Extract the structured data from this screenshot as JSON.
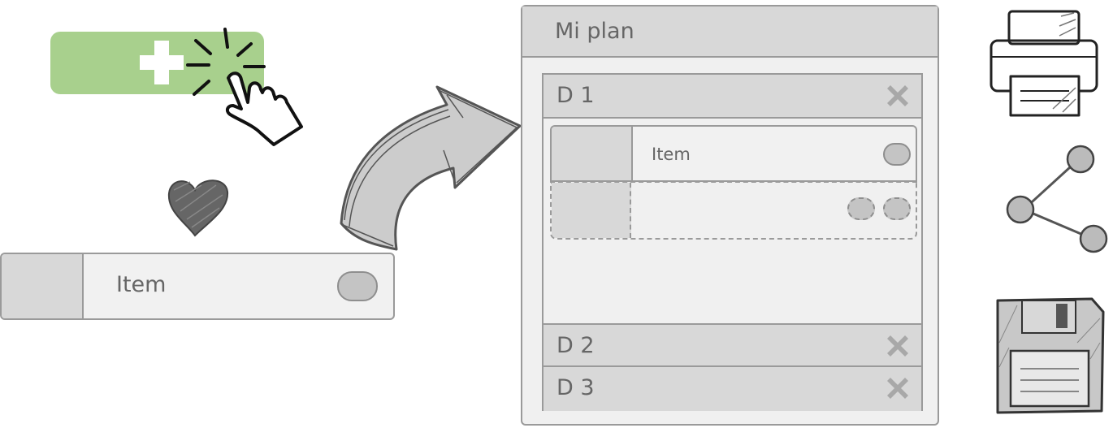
{
  "add_button": {
    "icon": "plus-icon"
  },
  "draggable_item": {
    "label": "Item"
  },
  "plan": {
    "title": "Mi plan",
    "days": [
      {
        "label": "D 1",
        "items": [
          {
            "label": "Item"
          }
        ]
      },
      {
        "label": "D 2"
      },
      {
        "label": "D 3"
      }
    ]
  },
  "side_icons": [
    "printer-icon",
    "share-icon",
    "floppy-disk-icon"
  ],
  "colors": {
    "accent": "#a8d08d",
    "panel": "#f0f0f0",
    "bar": "#d8d8d8",
    "border": "#9a9a9a"
  }
}
